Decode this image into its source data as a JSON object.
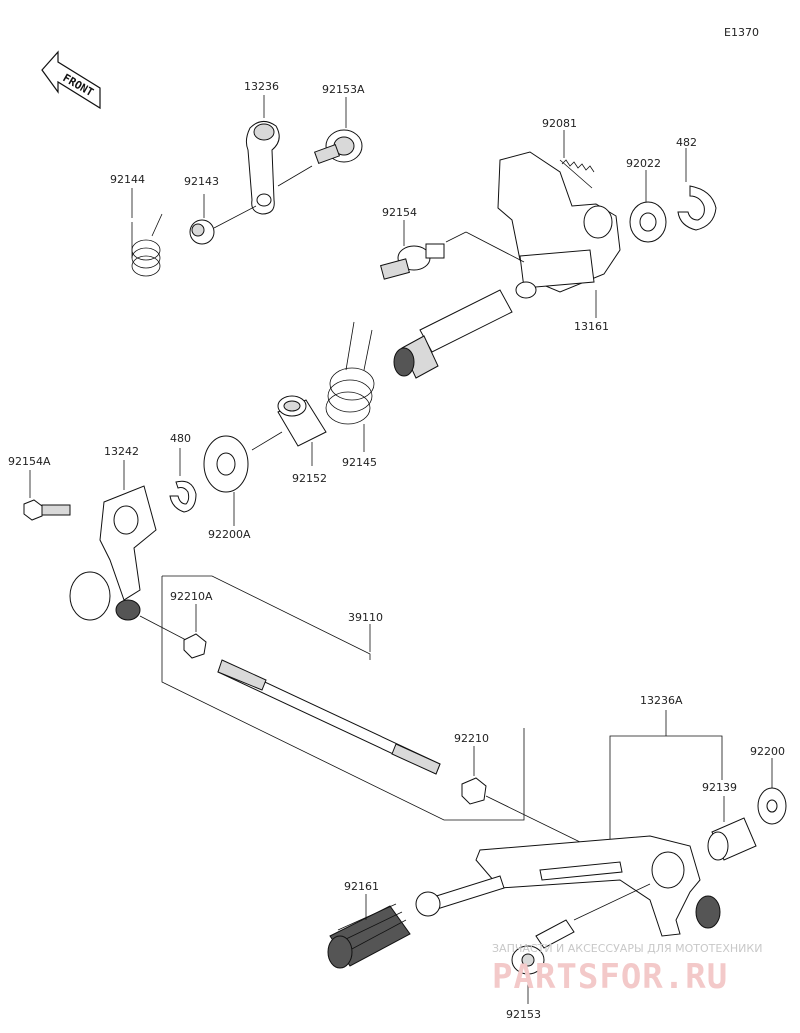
{
  "diagram_code": "E1370",
  "front_label": "FRONT",
  "parts": {
    "p13236": "13236",
    "p92153A": "92153A",
    "p92144": "92144",
    "p92143": "92143",
    "p92081": "92081",
    "p482": "482",
    "p92022": "92022",
    "p92154": "92154",
    "p13161": "13161",
    "p480": "480",
    "p92154A": "92154A",
    "p13242": "13242",
    "p92152": "92152",
    "p92145": "92145",
    "p92200A": "92200A",
    "p92210A": "92210A",
    "p39110": "39110",
    "p13236A": "13236A",
    "p92210": "92210",
    "p92200": "92200",
    "p92139": "92139",
    "p92161": "92161",
    "p92153": "92153"
  },
  "watermark": {
    "tagline": "ЗАПЧАСТИ И АКСЕССУАРЫ ДЛЯ МОТОТЕХНИКИ",
    "brand": "PARTSFOR.RU"
  }
}
